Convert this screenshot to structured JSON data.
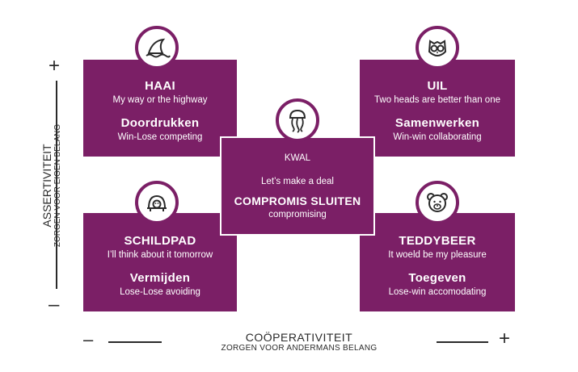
{
  "quadrants": {
    "haai": {
      "name": "HAAI",
      "motto": "My way or the highway",
      "style": "Doordrukken",
      "outcome": "Win-Lose competing",
      "icon": "shark-fin-icon"
    },
    "uil": {
      "name": "UIL",
      "motto": "Two heads are better than one",
      "style": "Samenwerken",
      "outcome": "Win-win collaborating",
      "icon": "owl-icon"
    },
    "schildpad": {
      "name": "SCHILDPAD",
      "motto": "I’ll think about it tomorrow",
      "style": "Vermijden",
      "outcome": "Lose-Lose avoiding",
      "icon": "turtle-icon"
    },
    "teddybeer": {
      "name": "TEDDYBEER",
      "motto": "It woeld be my pleasure",
      "style": "Toegeven",
      "outcome": "Lose-win accomodating",
      "icon": "teddy-bear-icon"
    }
  },
  "center": {
    "name": "KWAL",
    "motto": "Let’s make a deal",
    "style": "COMPROMIS SLUITEN",
    "outcome": "compromising",
    "icon": "jellyfish-icon"
  },
  "y_axis": {
    "title": "ASSERTIVITEIT",
    "subtitle": "ZORGEN VOOR EIGEN BELANG",
    "plus": "+",
    "minus": "–"
  },
  "x_axis": {
    "title": "COÖPERATIVITEIT",
    "subtitle": "ZORGEN VOOR ANDERMANS BELANG",
    "plus": "+",
    "minus": "–"
  },
  "colors": {
    "box": "#7b1f66",
    "text": "#ffffff",
    "axis": "#2a2a2a"
  }
}
